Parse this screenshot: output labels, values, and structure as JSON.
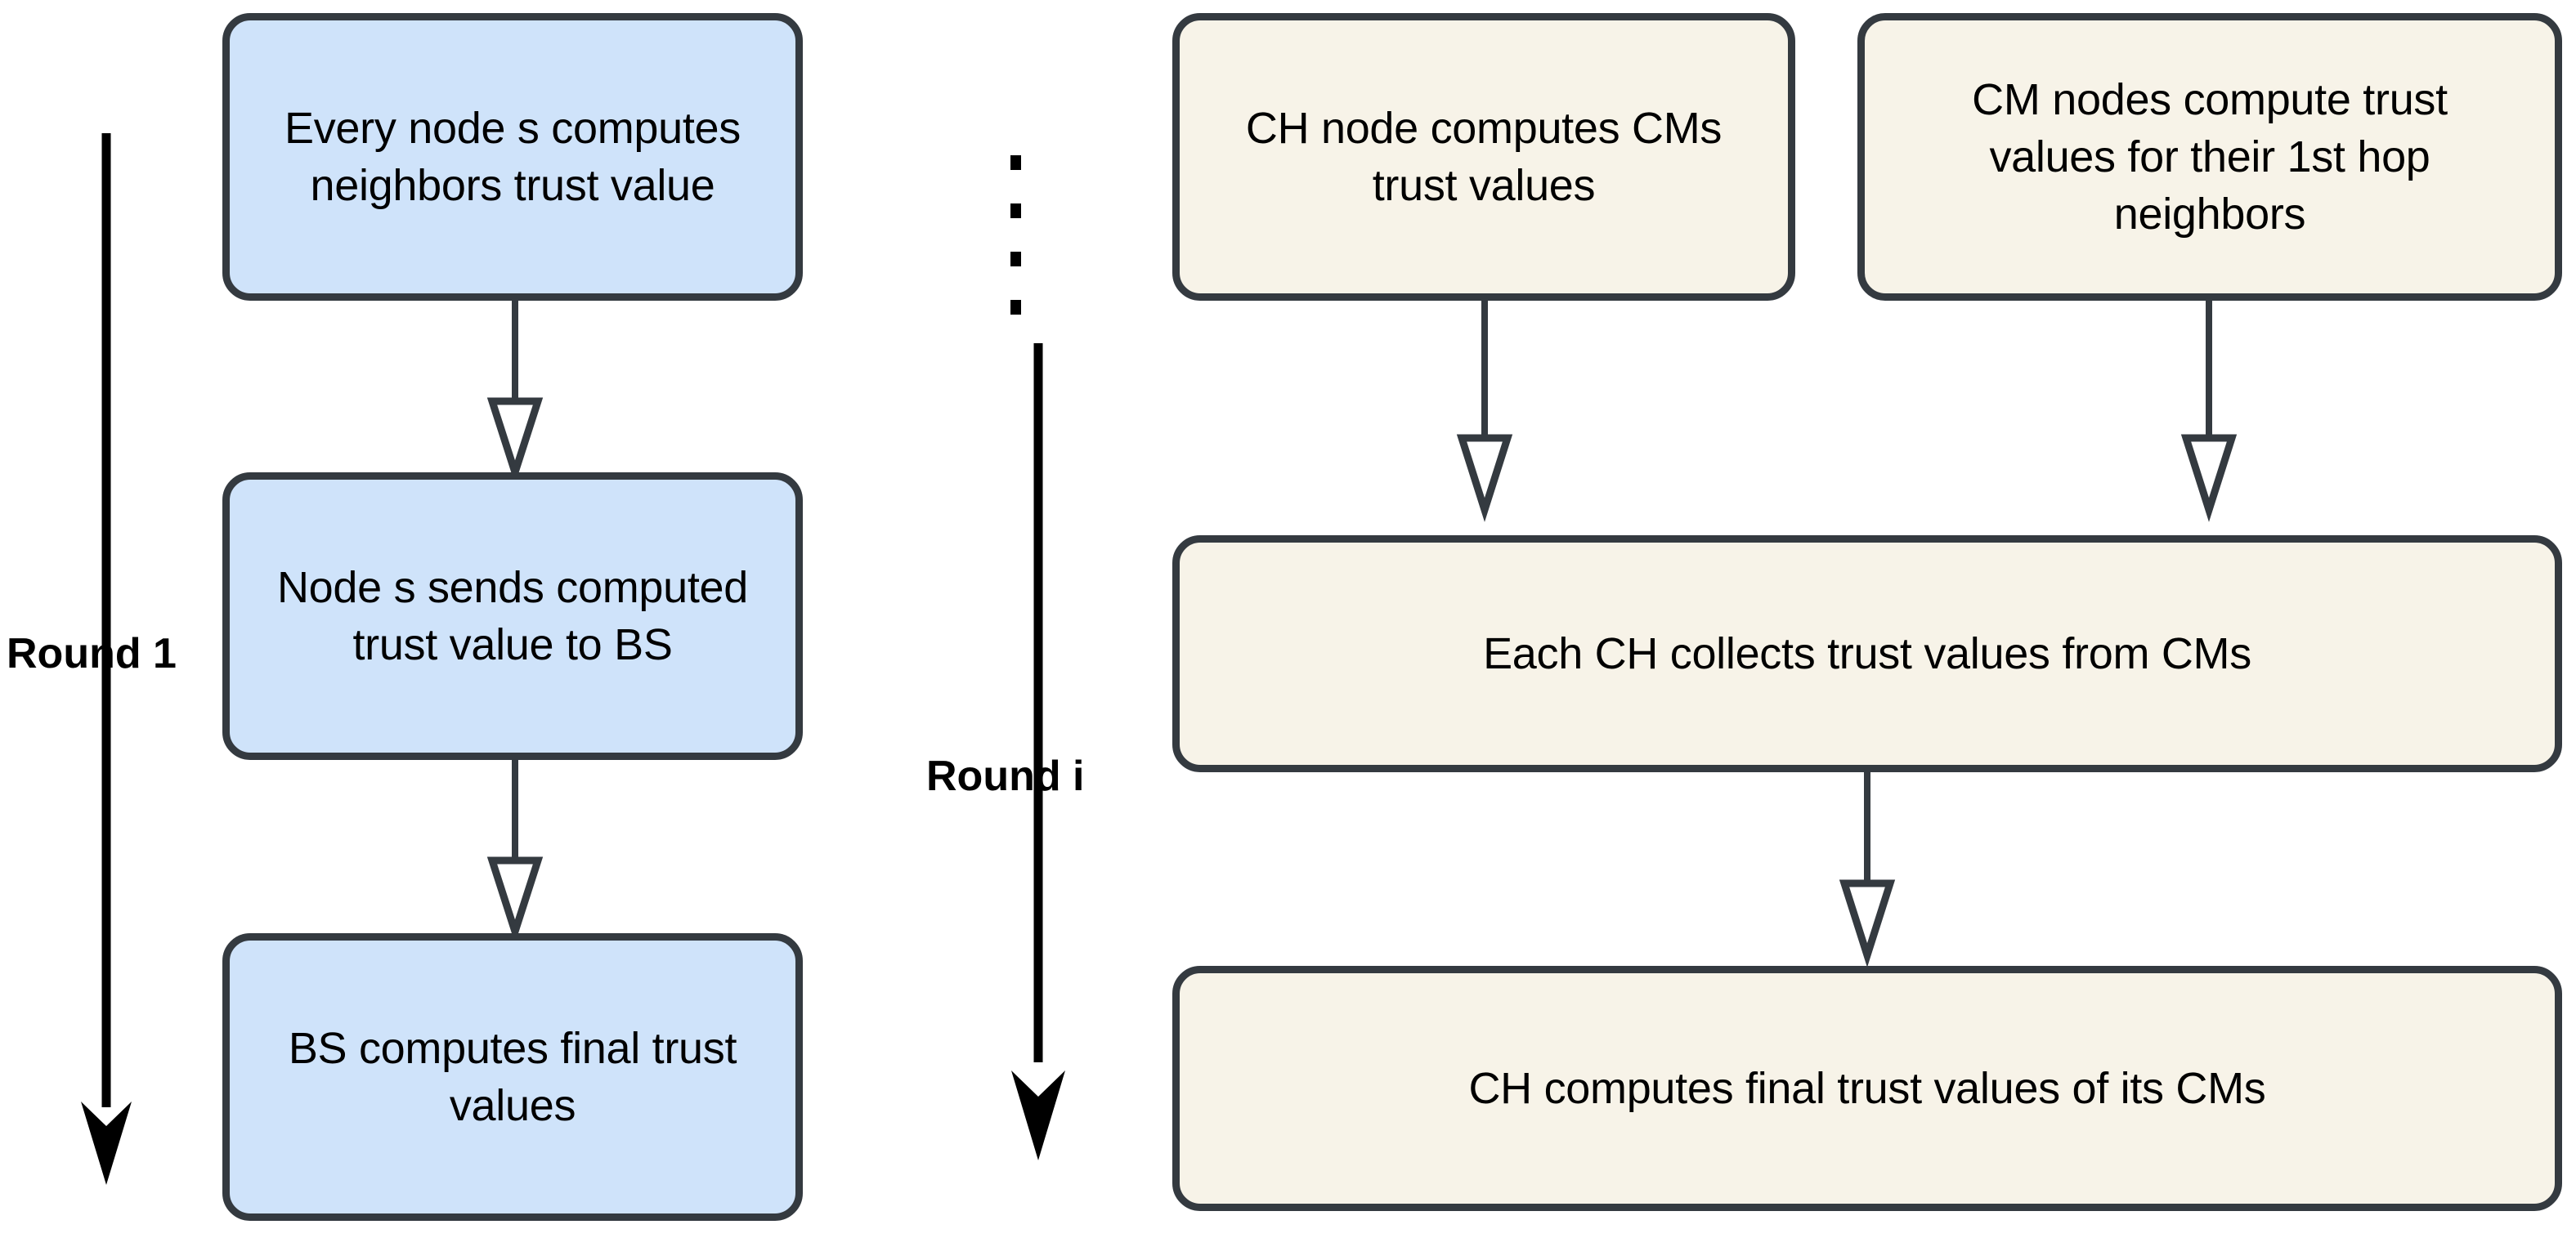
{
  "diagram": {
    "title": "Trust computation rounds flowchart",
    "colors": {
      "blue_fill": "#cfe3fa",
      "beige_fill": "#f7f3e8",
      "node_border": "#343a40",
      "connector": "#343a40",
      "round_arrow": "#000000",
      "background": "#ffffff",
      "text": "#000000"
    },
    "left_column": {
      "round_label": "Round 1",
      "nodes": [
        {
          "id": "n1",
          "text": "Every node s computes\nneighbors trust value"
        },
        {
          "id": "n2",
          "text": "Node s sends computed\ntrust value to  BS"
        },
        {
          "id": "n3",
          "text": "BS computes final trust\nvalues"
        }
      ]
    },
    "separator": {
      "glyph": "vertical-ellipsis",
      "dot_count": 4
    },
    "right_column": {
      "round_label": "Round i",
      "nodes": [
        {
          "id": "n4",
          "text": "CH node  computes CMs\ntrust values"
        },
        {
          "id": "n5",
          "text": "CM nodes  compute trust\nvalues for their 1st hop\nneighbors"
        },
        {
          "id": "n6",
          "text": "Each CH collects  trust values from CMs"
        },
        {
          "id": "n7",
          "text": "CH  computes final trust values of its CMs"
        }
      ]
    },
    "connectors": [
      {
        "from": "n1",
        "to": "n2"
      },
      {
        "from": "n2",
        "to": "n3"
      },
      {
        "from": "n4",
        "to": "n6"
      },
      {
        "from": "n5",
        "to": "n6"
      },
      {
        "from": "n6",
        "to": "n7"
      }
    ]
  }
}
